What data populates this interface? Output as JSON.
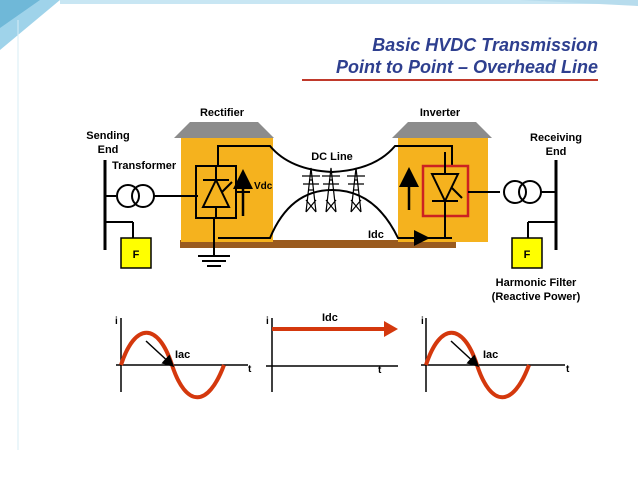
{
  "title": {
    "line1": "Basic HVDC Transmission",
    "line2": "Point to Point – Overhead Line"
  },
  "labels": {
    "rectifier": "Rectifier",
    "inverter": "Inverter",
    "sending_end": [
      "Sending",
      "End"
    ],
    "receiving_end": [
      "Receiving",
      "End"
    ],
    "transformer": "Transformer",
    "dc_line": "DC Line",
    "vdc": "Vdc",
    "idc": "Idc",
    "filter_left": "F",
    "filter_right": "F",
    "harmonic_filter": [
      "Harmonic Filter",
      "(Reactive Power)"
    ]
  },
  "waveforms": {
    "left": {
      "y_axis": "i",
      "x_axis": "t",
      "label": "Iac"
    },
    "middle": {
      "y_axis": "i",
      "x_axis": "t",
      "label": "Idc"
    },
    "right": {
      "y_axis": "i",
      "x_axis": "t",
      "label": "Iac"
    }
  },
  "colors": {
    "title": "#2e3f8f",
    "building": "#f5b21e",
    "roof": "#8c8c8c",
    "ground": "#9a5b1f",
    "filter_box": "#ffff00",
    "wave": "#d4380d",
    "valve_frame": "#cc2222"
  }
}
